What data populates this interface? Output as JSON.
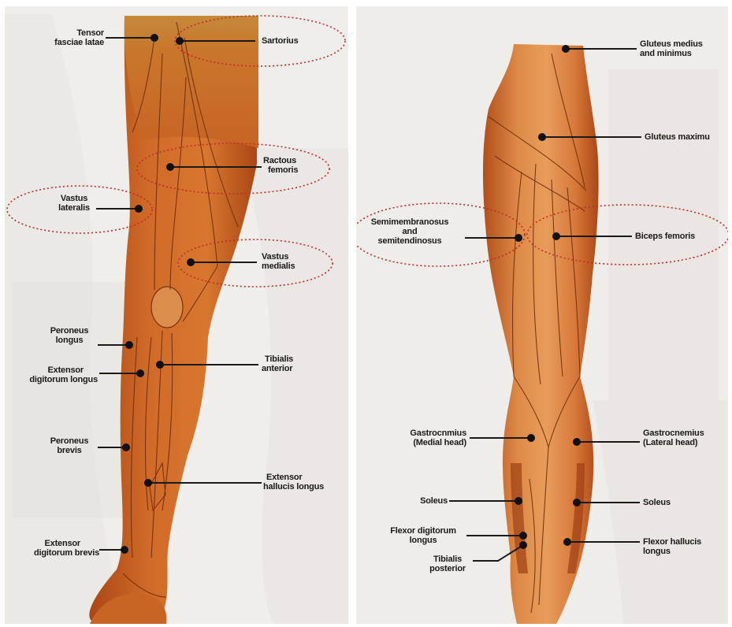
{
  "colors": {
    "muscle_dark": "#b8531d",
    "muscle_mid": "#d8772f",
    "muscle_light": "#e8a15e",
    "leader_line": "#1a1a1a",
    "highlight_ellipse": "#c62828",
    "background": "#efeeea"
  },
  "anterior": {
    "labels": {
      "tensor": [
        "Tensor",
        "fasciae latae"
      ],
      "sartorius": "Sartorius",
      "rectus": [
        "Ractous",
        "femoris"
      ],
      "vastus_lateralis": [
        "Vastus",
        "lateralis"
      ],
      "vastus_medialis": [
        "Vastus",
        "medialis"
      ],
      "peroneus_longus": [
        "Peroneus",
        "longus"
      ],
      "extensor_dig_longus": [
        "Extensor",
        "digitorum longus"
      ],
      "tibialis_anterior": [
        "Tibialis",
        "anterior"
      ],
      "peroneus_brevis": [
        "Peroneus",
        "brevis"
      ],
      "extensor_hallucis": [
        "Extensor",
        "hallucis longus"
      ],
      "extensor_dig_brevis": [
        "Extensor",
        "digitorum brevis"
      ]
    }
  },
  "posterior": {
    "labels": {
      "gluteus_medius": [
        "Gluteus medius",
        "and minimus"
      ],
      "gluteus_maximus": "Gluteus maximu",
      "semimembranosus": [
        "Semimembranosus",
        "and",
        "semitendinosus"
      ],
      "biceps_femoris": "Biceps femoris",
      "gastroc_medial": [
        "Gastrocnmius",
        "(Medial head)"
      ],
      "gastroc_lateral": [
        "Gastrocnemius",
        "(Lateral head)"
      ],
      "soleus_left": "Soleus",
      "soleus_right": "Soleus",
      "flexor_dig_longus": [
        "Flexor digitorum",
        "longus"
      ],
      "flexor_hallucis": [
        "Flexor hallucis",
        "longus"
      ],
      "tibialis_posterior": [
        "Tibialis",
        "posterior"
      ]
    }
  }
}
